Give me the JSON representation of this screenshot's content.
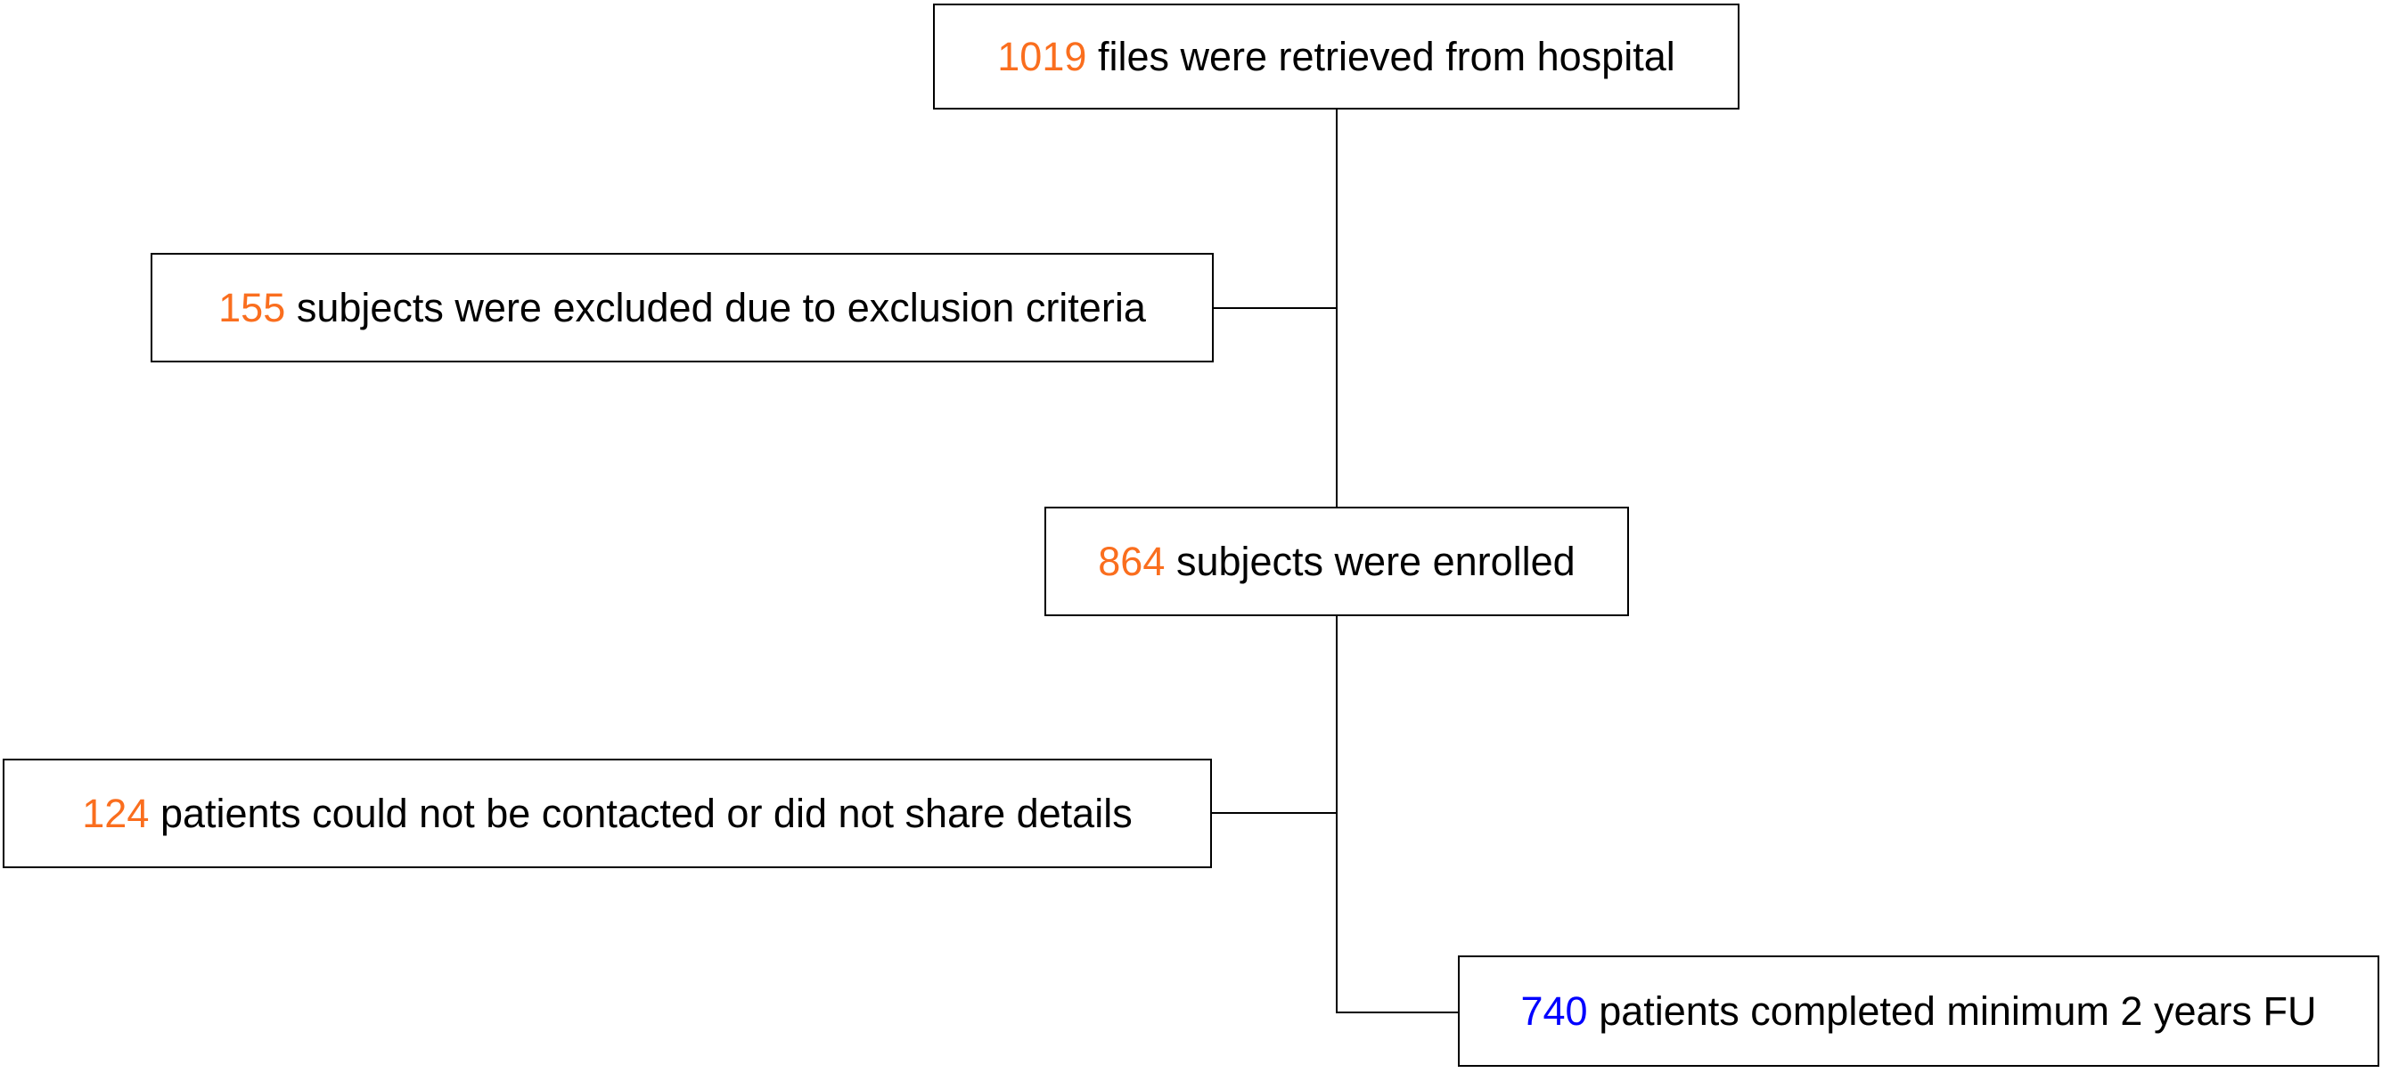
{
  "colors": {
    "number_orange": "#FA6E1E",
    "number_blue": "#0000FF",
    "line_black": "#000000",
    "box_background": "#FFFFFF"
  },
  "nodes": {
    "retrieved": {
      "number": "1019",
      "label": "files were retrieved from hospital"
    },
    "excluded": {
      "number": "155",
      "label": "subjects were excluded due to exclusion criteria"
    },
    "enrolled": {
      "number": "864",
      "label": "subjects were enrolled"
    },
    "uncontacted": {
      "number": "124",
      "label": "patients could not be contacted or did not share details"
    },
    "completed": {
      "number": "740",
      "label": "patients completed minimum 2 years FU"
    }
  }
}
